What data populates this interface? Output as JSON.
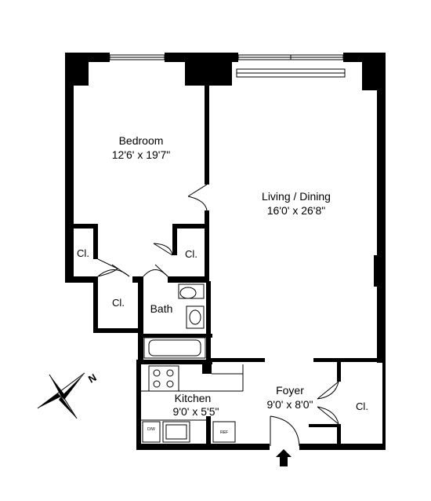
{
  "rooms": {
    "bedroom": {
      "name": "Bedroom",
      "dims": "12'6' x 19'7\""
    },
    "living": {
      "name": "Living / Dining",
      "dims": "16'0' x 26'8\""
    },
    "kitchen": {
      "name": "Kitchen",
      "dims": "9'0' x 5'5\""
    },
    "foyer": {
      "name": "Foyer",
      "dims": "9'0' x 8'0\""
    },
    "bath": {
      "name": "Bath"
    },
    "closet_bed_left": {
      "name": "Cl."
    },
    "closet_bed_right": {
      "name": "Cl."
    },
    "closet_hall": {
      "name": "Cl."
    },
    "closet_foyer": {
      "name": "Cl."
    }
  },
  "appliances": {
    "dishwasher": "D/W",
    "refrigerator": "REF"
  },
  "compass": {
    "north_label": "N"
  },
  "colors": {
    "wall": "#000000",
    "background": "#ffffff"
  }
}
